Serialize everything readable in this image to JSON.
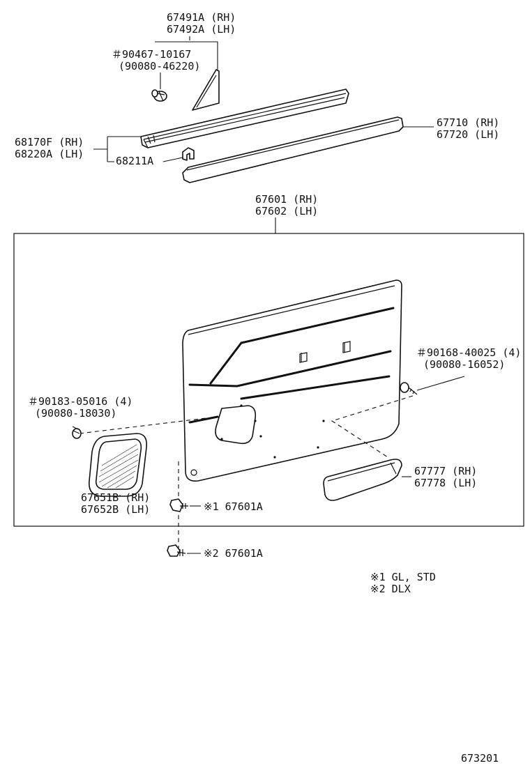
{
  "diagram_id": "673201",
  "parts": {
    "corner_piece": {
      "no_rh": "67491A (RH)",
      "no_lh": "67492A (LH)"
    },
    "corner_clip": {
      "no": "＃90467-10167",
      "alt": "(90080-46220)"
    },
    "belt_weatherstrip": {
      "no_rh": "68170F (RH)",
      "no_lh": "68220A (LH)"
    },
    "weatherstrip_clip": {
      "no": "68211A"
    },
    "moulding": {
      "no_rh": "67710 (RH)",
      "no_lh": "67720 (LH)"
    },
    "door_trim_board": {
      "no_rh": "67601 (RH)",
      "no_lh": "67602 (LH)"
    },
    "screw_right": {
      "no": "＃90168-40025 (4)",
      "alt": "(90080-16052)"
    },
    "screw_left": {
      "no": "＃90183-05016 (4)",
      "alt": "(90080-18030)"
    },
    "speaker_grille": {
      "no_rh": "67651B (RH)",
      "no_lh": "67652B (LH)"
    },
    "armrest": {
      "no_rh": "67777 (RH)",
      "no_lh": "67778 (LH)"
    },
    "trim_clip_1": {
      "no": "※1 67601A"
    },
    "trim_clip_2": {
      "no": "※2 67601A"
    }
  },
  "notes": {
    "note1": "※1  GL, STD",
    "note2": "※2  DLX"
  }
}
